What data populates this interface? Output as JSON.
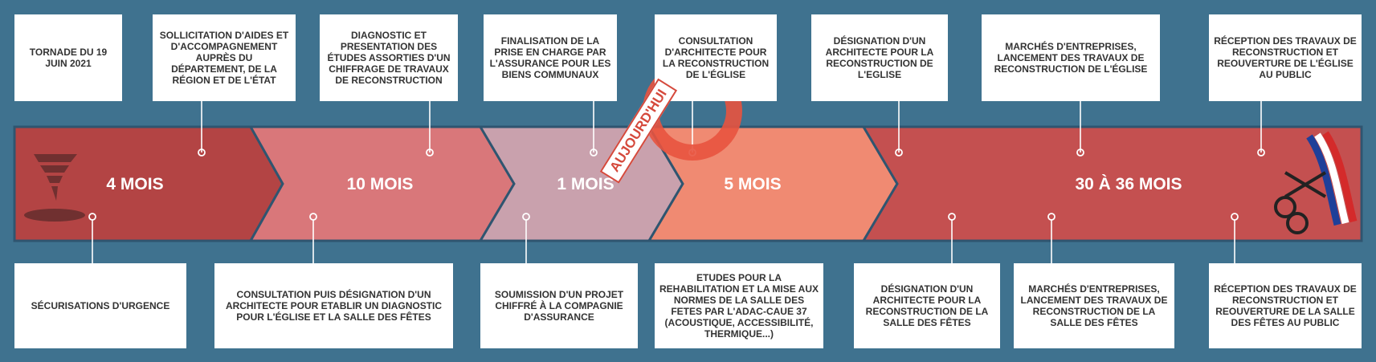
{
  "colors": {
    "background": "#3f728f",
    "phase1": "#b34444",
    "phase2": "#d9777a",
    "phase3": "#c9a1ad",
    "phase4": "#f08a72",
    "phase5": "#c45050",
    "stamp": "#e8533f"
  },
  "phases": [
    {
      "label": "4 MOIS"
    },
    {
      "label": "10 MOIS"
    },
    {
      "label": "1 MOIS"
    },
    {
      "label": "5 MOIS"
    },
    {
      "label": "30 À 36 MOIS"
    }
  ],
  "top_steps": [
    "TORNADE  DU 19 JUIN 2021",
    "SOLLICITATION D'AIDES ET D'ACCOMPAGNEMENT AUPRÈS DU DÉPARTEMENT, DE LA RÉGION ET DE L'ÉTAT",
    "DIAGNOSTIC ET PRESENTATION DES ÉTUDES ASSORTIES D'UN CHIFFRAGE DE TRAVAUX DE RECONSTRUCTION",
    "FINALISATION DE LA PRISE EN CHARGE PAR L'ASSURANCE POUR LES BIENS COMMUNAUX",
    "CONSULTATION D'ARCHITECTE POUR LA RECONSTRUCTION DE L'ÉGLISE",
    "DÉSIGNATION D'UN ARCHITECTE POUR LA RECONSTRUCTION DE L'EGLISE",
    "MARCHÉS D'ENTREPRISES, LANCEMENT DES TRAVAUX DE RECONSTRUCTION DE L'ÉGLISE",
    "RÉCEPTION DES TRAVAUX DE RECONSTRUCTION ET REOUVERTURE DE L'ÉGLISE AU PUBLIC"
  ],
  "bottom_steps": [
    "SÉCURISATIONS D'URGENCE",
    "CONSULTATION PUIS DÉSIGNATION D'UN ARCHITECTE POUR ETABLIR UN DIAGNOSTIC POUR L'ÉGLISE ET LA SALLE DES FÊTES",
    "SOUMISSION D'UN PROJET CHIFFRÉ À LA COMPAGNIE D'ASSURANCE",
    "ETUDES POUR LA REHABILITATION ET LA MISE AUX NORMES DE LA SALLE DES FETES PAR L'ADAC-CAUE 37 (ACOUSTIQUE, ACCESSIBILITÉ, THERMIQUE...)",
    "DÉSIGNATION D'UN ARCHITECTE POUR LA RECONSTRUCTION DE LA SALLE DES FÊTES",
    "MARCHÉS D'ENTREPRISES, LANCEMENT DES TRAVAUX DE RECONSTRUCTION DE LA SALLE DES FÊTES",
    "RÉCEPTION DES TRAVAUX DE RECONSTRUCTION ET REOUVERTURE DE LA SALLE DES FÊTES AU PUBLIC"
  ],
  "stamp": {
    "label": "AUJOURD'HUI"
  },
  "icons": {
    "start": "tornado-icon",
    "end": "ribbon-scissors-icon"
  }
}
